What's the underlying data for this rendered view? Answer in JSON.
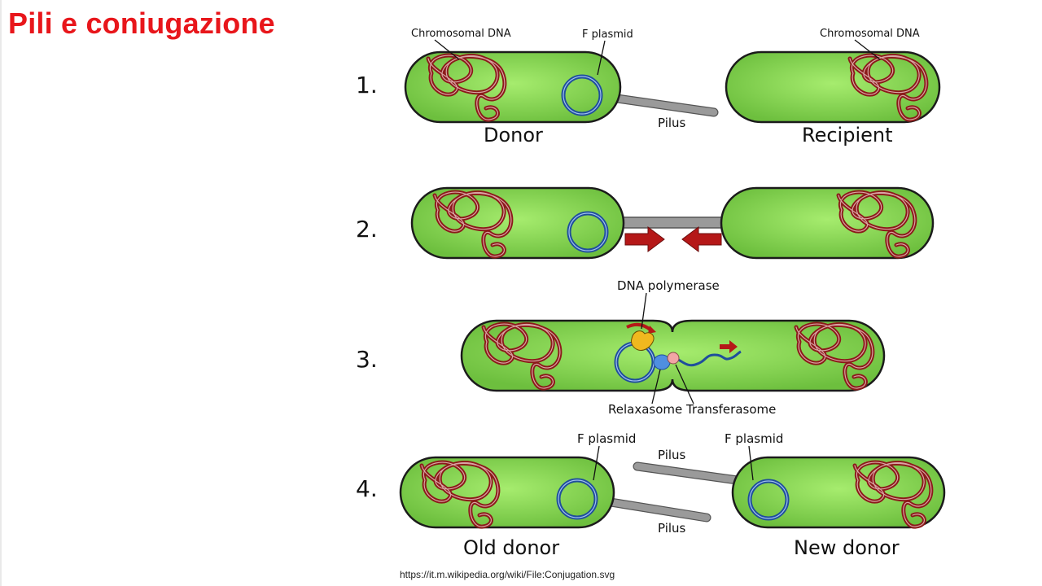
{
  "title": "Pili e coniugazione",
  "source": "https://it.m.wikipedia.org/wiki/File:Conjugation.svg",
  "colors": {
    "title": "#e8161b",
    "cell_fill": "#7ccc4a",
    "cell_stroke": "#1b1b1b",
    "dna": "#8b1a1a",
    "plasmid": "#1f4e9c",
    "pilus": "#9a9a9a",
    "arrow": "#b51818"
  },
  "steps": [
    {
      "number": "1.",
      "labels": {
        "chromosomal_dna_left": "Chromosomal DNA",
        "f_plasmid": "F plasmid",
        "chromosomal_dna_right": "Chromosomal DNA",
        "pilus": "Pilus",
        "donor": "Donor",
        "recipient": "Recipient"
      }
    },
    {
      "number": "2."
    },
    {
      "number": "3.",
      "labels": {
        "dna_polymerase": "DNA polymerase",
        "relaxasome": "Relaxasome",
        "transferasome": "Transferasome"
      }
    },
    {
      "number": "4.",
      "labels": {
        "f_plasmid_left": "F plasmid",
        "pilus_top": "Pilus",
        "f_plasmid_right": "F plasmid",
        "pilus_bottom": "Pilus",
        "old_donor": "Old donor",
        "new_donor": "New donor"
      }
    }
  ]
}
